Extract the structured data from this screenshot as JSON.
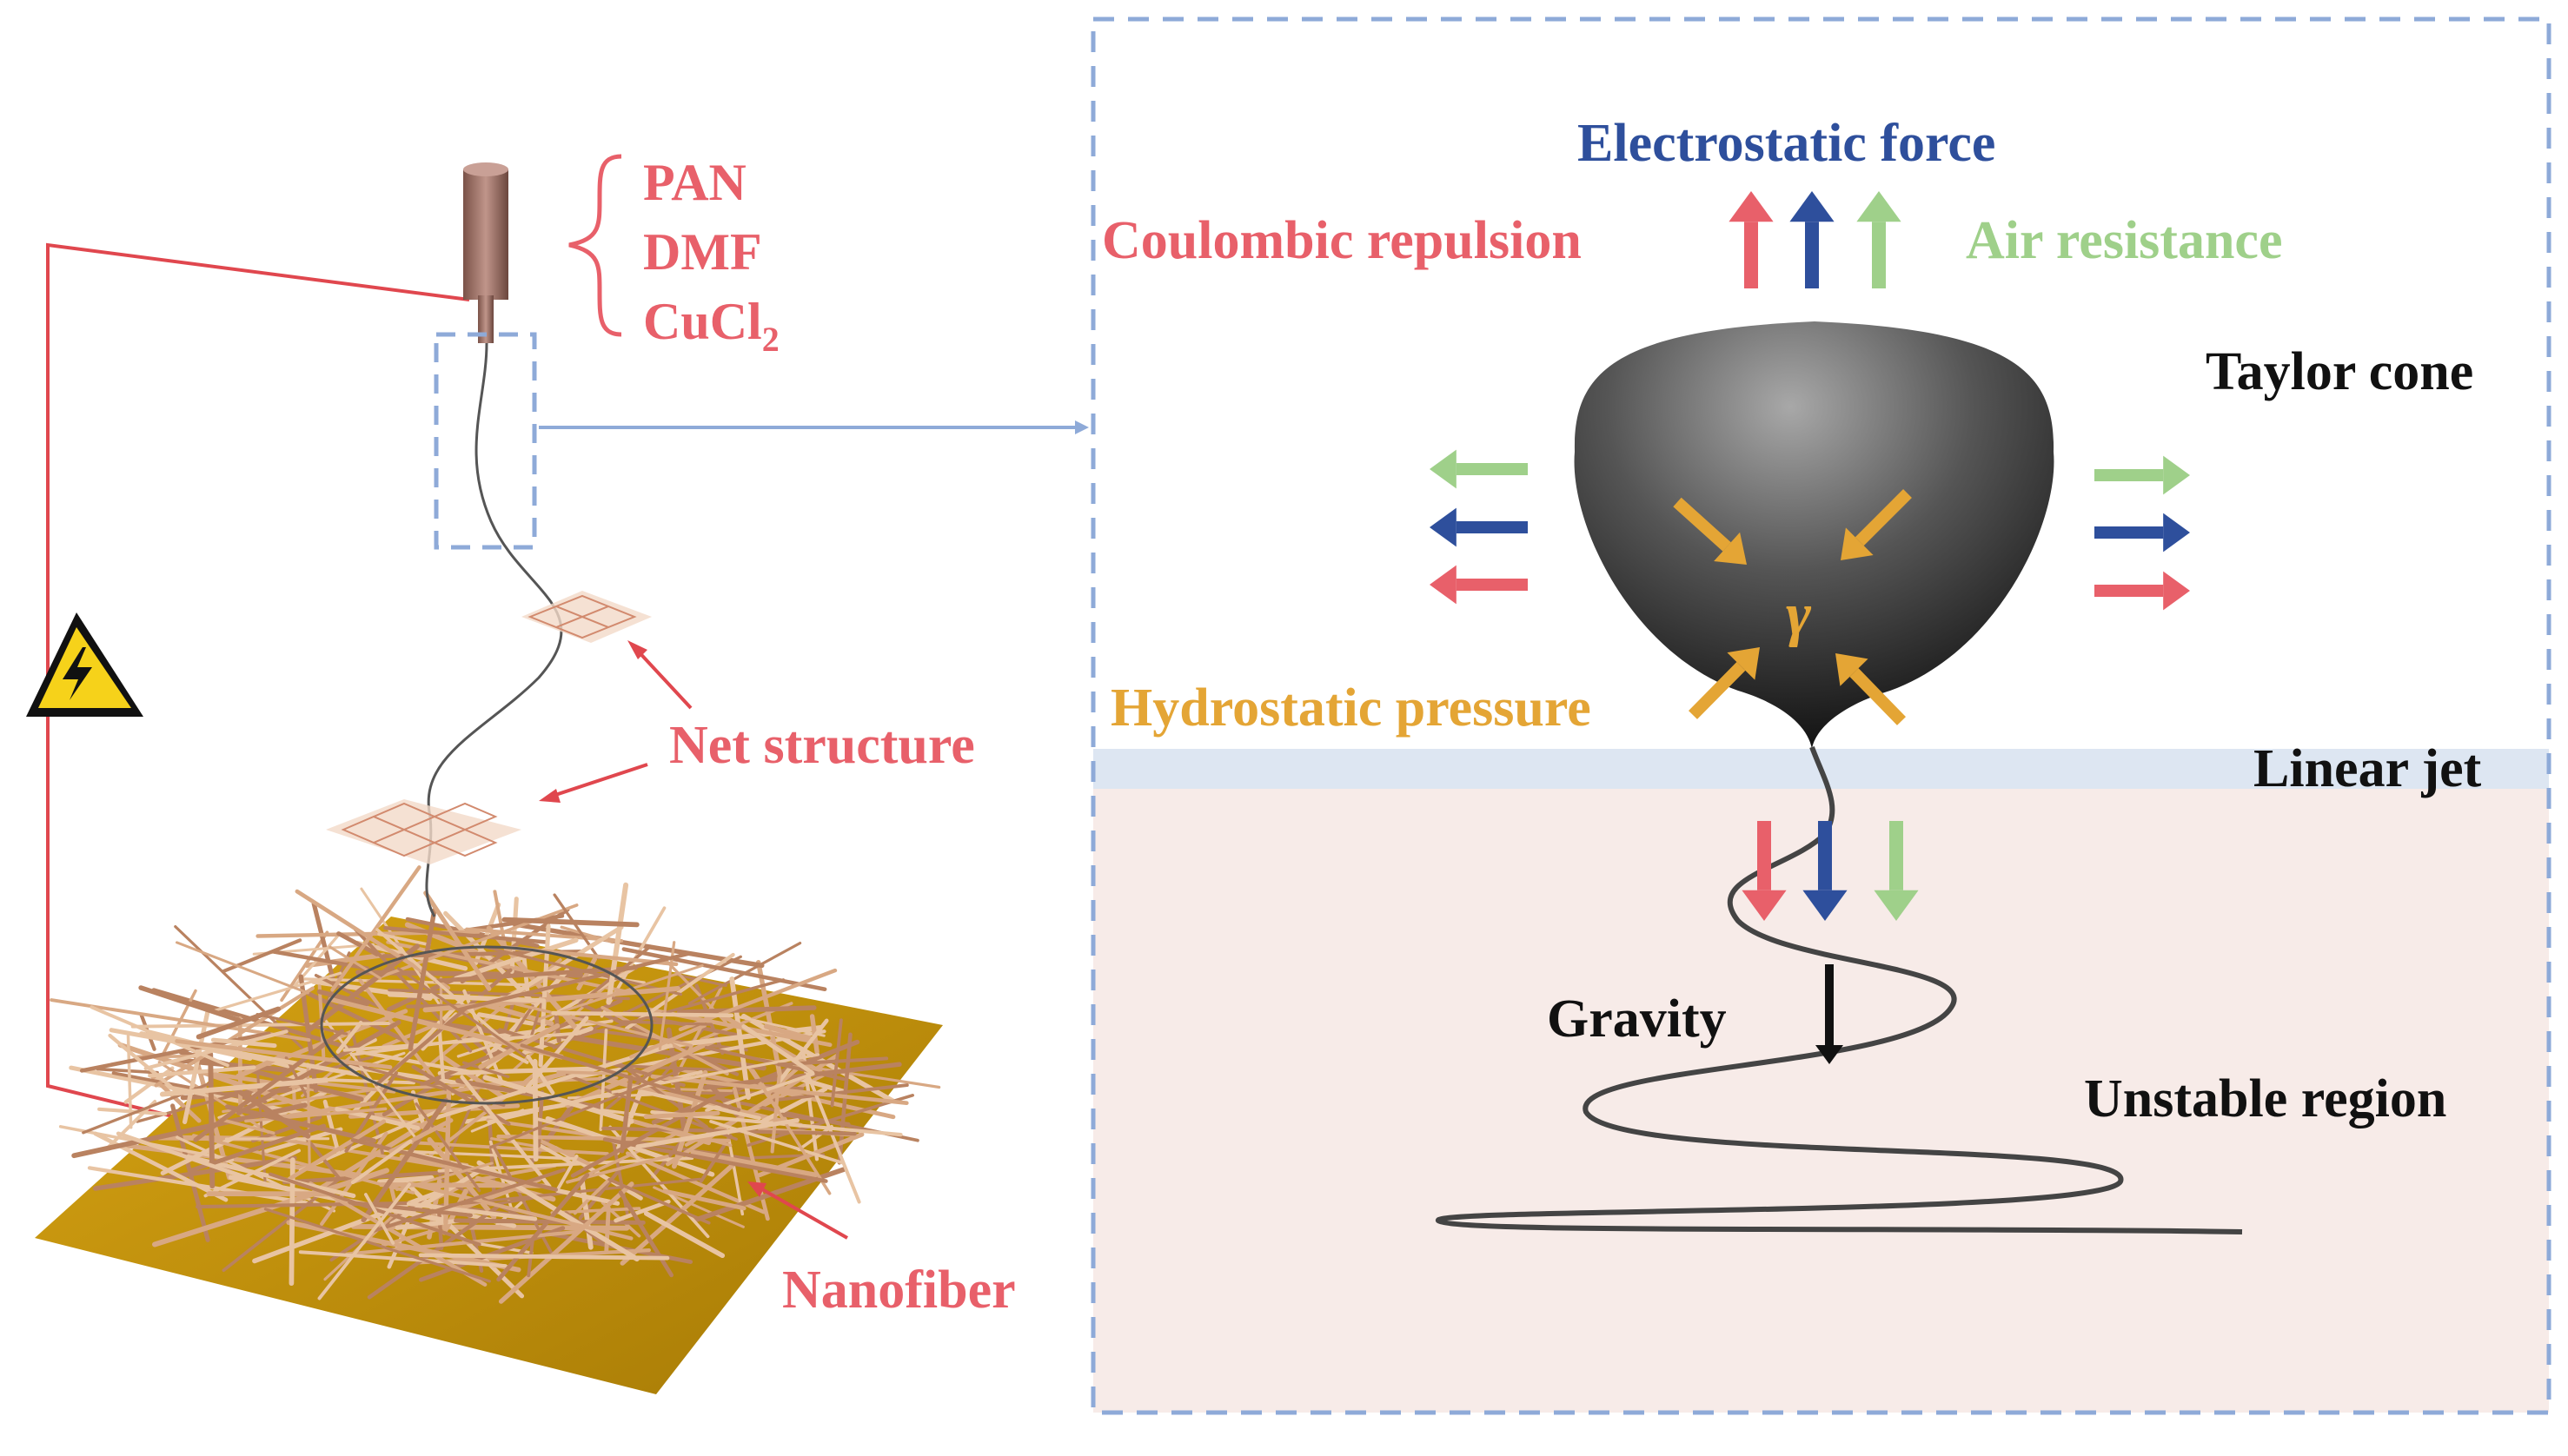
{
  "colors": {
    "red": "#e8606a",
    "blue": "#2e4f9c",
    "green": "#9fd08a",
    "orange": "#e4a535",
    "black": "#111111",
    "dashed_box": "#8eaad8",
    "linear_jet_band": "#dde6f2",
    "unstable_band": "#f7ebe8",
    "collector": "#c9960a",
    "fiber": "#c8946a"
  },
  "solution": {
    "components": [
      "PAN",
      "DMF",
      "CuCl",
      "2"
    ]
  },
  "labels": {
    "net_structure": "Net structure",
    "nanofiber": "Nanofiber",
    "electrostatic_force": "Electrostatic force",
    "coulombic_repulsion": "Coulombic repulsion",
    "air_resistance": "Air resistance",
    "taylor_cone": "Taylor cone",
    "gamma": "γ",
    "hydrostatic_pressure": "Hydrostatic pressure",
    "linear_jet": "Linear jet",
    "gravity": "Gravity",
    "unstable_region": "Unstable region"
  },
  "icons": {
    "warning": "high-voltage-warning-icon",
    "nozzle": "spinneret-nozzle-icon"
  }
}
